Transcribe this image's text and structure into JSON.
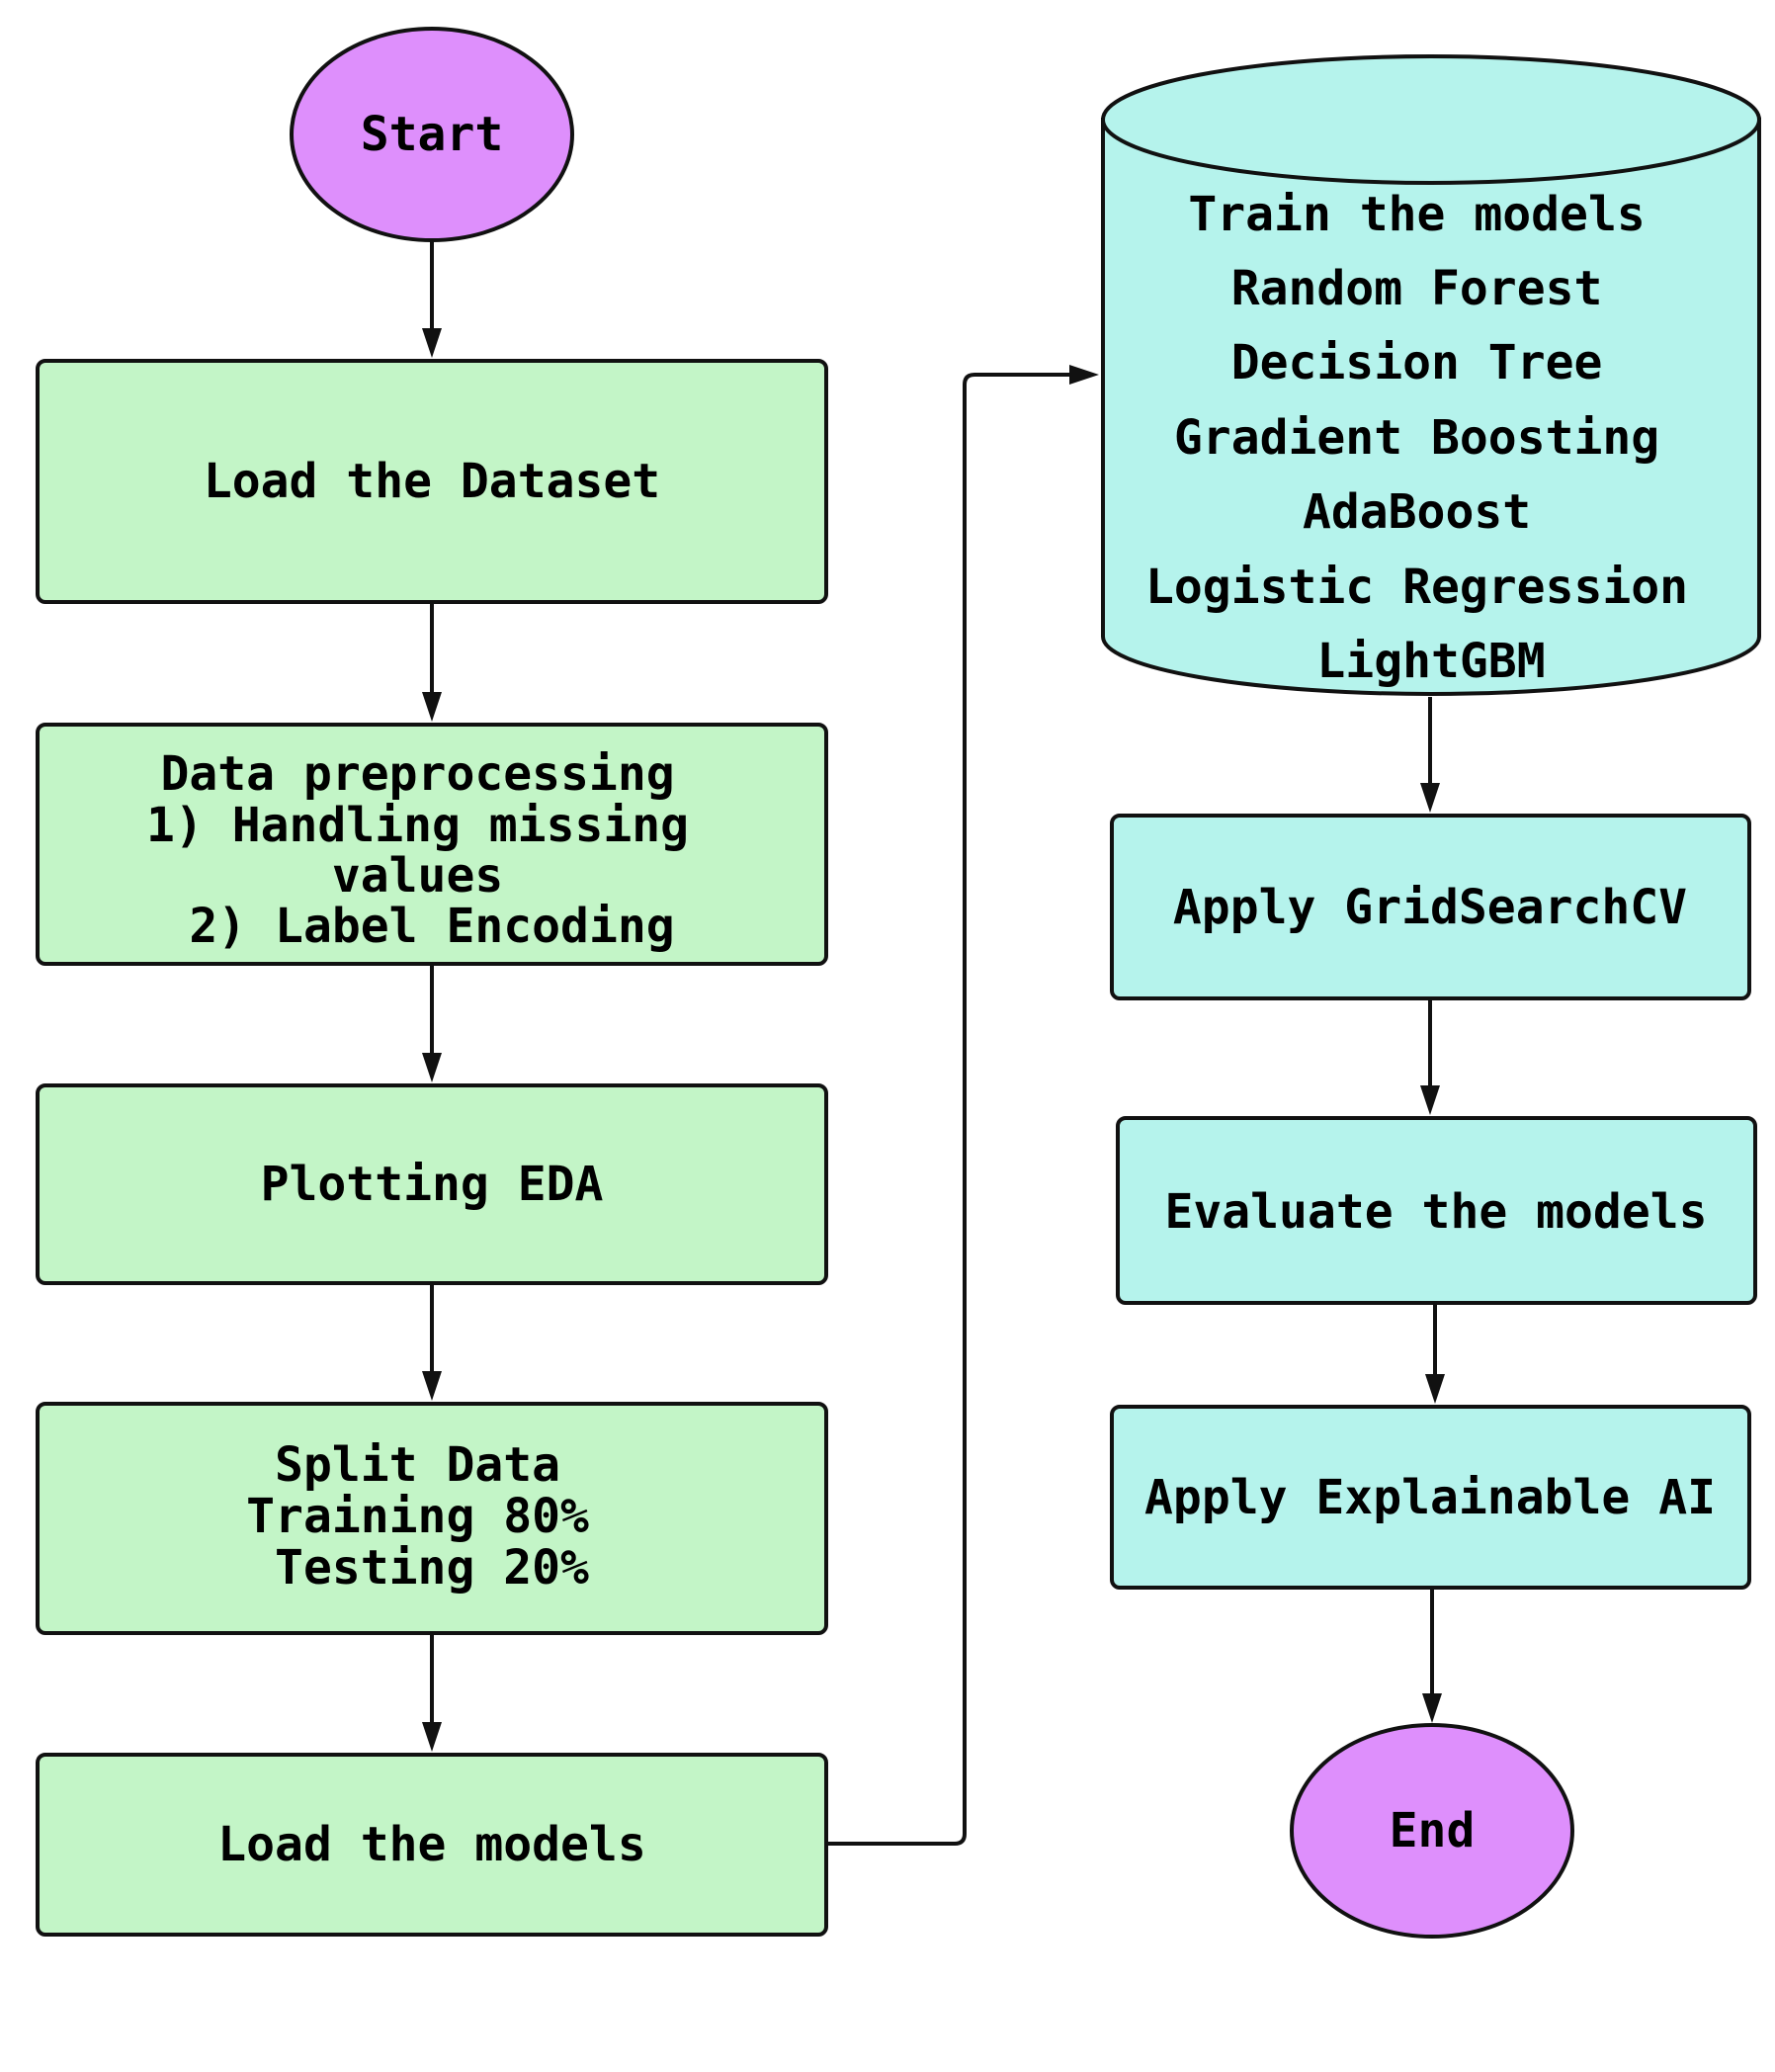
{
  "diagram": {
    "colors": {
      "terminal": "#de8ffc",
      "left_step": "#c3f5c7",
      "right_step": "#b5f3ec",
      "stroke": "#111111"
    },
    "nodes": {
      "start": {
        "label": "Start"
      },
      "load_dataset": {
        "label": "Load the Dataset"
      },
      "preprocessing": {
        "lines": [
          "Data preprocessing",
          "1) Handling missing",
          "values",
          "2) Label Encoding"
        ]
      },
      "plotting_eda": {
        "label": "Plotting EDA"
      },
      "split_data": {
        "lines": [
          "Split Data",
          "Training 80%",
          "Testing 20%"
        ]
      },
      "load_models": {
        "label": "Load the models"
      },
      "train_models": {
        "lines": [
          "Train the models",
          "Random Forest",
          "Decision Tree",
          "Gradient Boosting",
          "AdaBoost",
          "Logistic Regression",
          "LightGBM"
        ]
      },
      "gridsearch": {
        "label": "Apply GridSearchCV"
      },
      "evaluate": {
        "label": "Evaluate the models"
      },
      "explainable": {
        "label": "Apply Explainable AI"
      },
      "end": {
        "label": "End"
      }
    }
  }
}
